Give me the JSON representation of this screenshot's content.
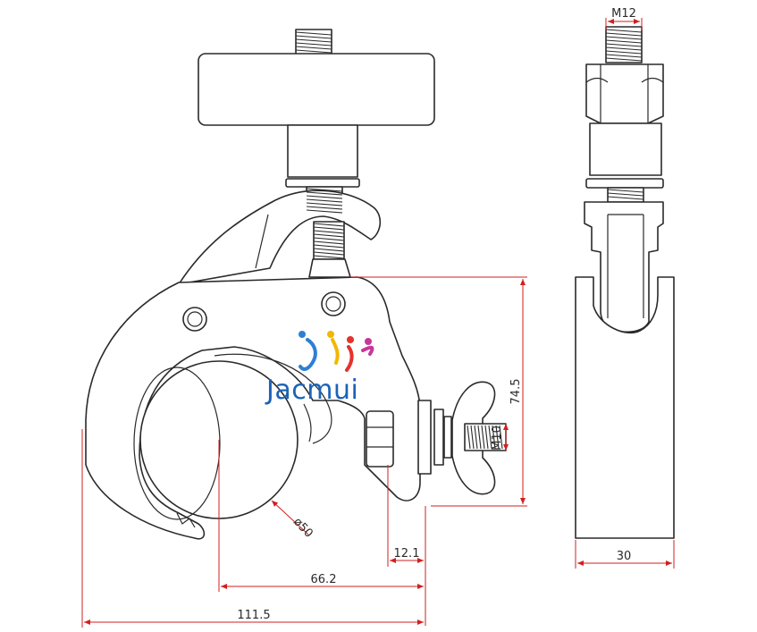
{
  "dimensions": {
    "thread_top": "M12",
    "thread_side": "M10",
    "height": "74.5",
    "tube_diameter": "ø50",
    "offset_small": "12.1",
    "center_to_face": "66.2",
    "overall_width": "111.5",
    "side_width": "30"
  },
  "brand": {
    "logo_text": "Jacmui",
    "colors": {
      "text": "#1a63b8",
      "figure_blue": "#2d7fd4",
      "figure_yellow": "#f2b705",
      "figure_red": "#e5322d",
      "figure_magenta": "#c7379b"
    }
  },
  "colors": {
    "outline": "#2a2a2a",
    "dimension": "#d21f1f"
  }
}
